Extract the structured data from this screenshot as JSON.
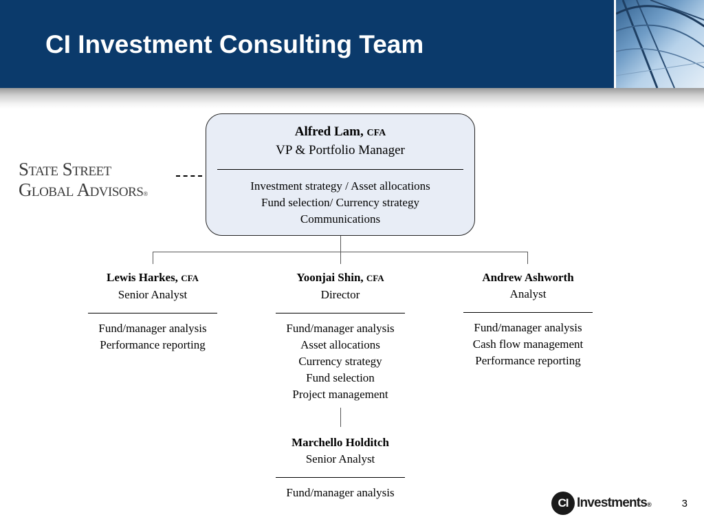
{
  "slide": {
    "title": "CI Investment Consulting Team",
    "page_number": "3"
  },
  "logos": {
    "ssga_line1": "State Street",
    "ssga_line2": "Global Advisors",
    "ssga_reg": "®",
    "ci_mark": "CI",
    "ci_word": "Investments",
    "ci_reg": "®"
  },
  "lead": {
    "name": "Alfred Lam,",
    "credential": "CFA",
    "title": "VP & Portfolio Manager",
    "duties": [
      "Investment strategy / Asset allocations",
      "Fund selection/ Currency strategy",
      "Communications"
    ]
  },
  "team": [
    {
      "name": "Lewis Harkes,",
      "credential": "CFA",
      "title": "Senior Analyst",
      "duties": [
        "Fund/manager analysis",
        "Performance reporting"
      ]
    },
    {
      "name": "Yoonjai Shin,",
      "credential": "CFA",
      "title": "Director",
      "duties": [
        "Fund/manager analysis",
        "Asset allocations",
        "Currency strategy",
        "Fund selection",
        "Project management"
      ]
    },
    {
      "name": "Andrew Ashworth",
      "credential": "",
      "title": "Analyst",
      "duties": [
        "Fund/manager analysis",
        "Cash flow management",
        "Performance reporting"
      ]
    }
  ],
  "sub_member": {
    "name": "Marchello Holditch",
    "title": "Senior Analyst",
    "duties": [
      "Fund/manager analysis"
    ]
  }
}
